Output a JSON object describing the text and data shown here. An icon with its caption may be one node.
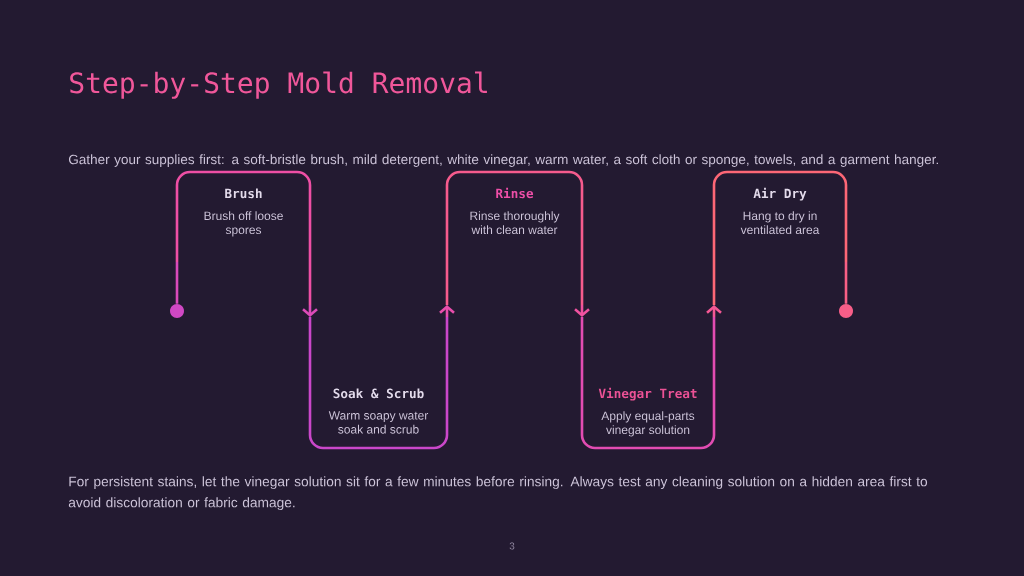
{
  "diagram": {
    "title": "Step-by-Step Mold Removal",
    "nodes": [
      {
        "text": [],
        "shape": "circle"
      },
      {
        "text": [
          "Brush",
          "Brush off loose spores"
        ]
      },
      {
        "text": [
          "Soak & Scrub",
          "Warm soapy water soak and scrub"
        ]
      },
      {
        "text": [
          "Rinse",
          "Rinse thoroughly with clean water"
        ]
      },
      {
        "text": [
          "Vinegar Treat",
          "Apply equal-parts vinegar solution"
        ]
      },
      {
        "text": [
          "Air Dry",
          "Hang to dry in ventilated area"
        ]
      },
      {
        "text": [],
        "shape": "circle"
      }
    ],
    "edges": [
      {
        "from": 0,
        "to": 1,
        "arrow": "none"
      },
      {
        "from": 1,
        "to": 2,
        "arrow": "to"
      },
      {
        "from": 2,
        "to": 3,
        "arrow": "to"
      },
      {
        "from": 3,
        "to": 4,
        "arrow": "to"
      },
      {
        "from": 4,
        "to": 5,
        "arrow": "to"
      },
      {
        "from": 5,
        "to": 6,
        "arrow": "none"
      }
    ],
    "labels": [
      "Gather your supplies first: a soft-bristle brush, mild detergent, white vinegar, warm water, a soft cloth or sponge, towels, and a garment hanger.",
      "For persistent stains, let the vinegar solution sit for a few minutes before rinsing. Always test any cleaning solution on a hidden area first to avoid discoloration or fabric damage.",
      "3"
    ]
  }
}
